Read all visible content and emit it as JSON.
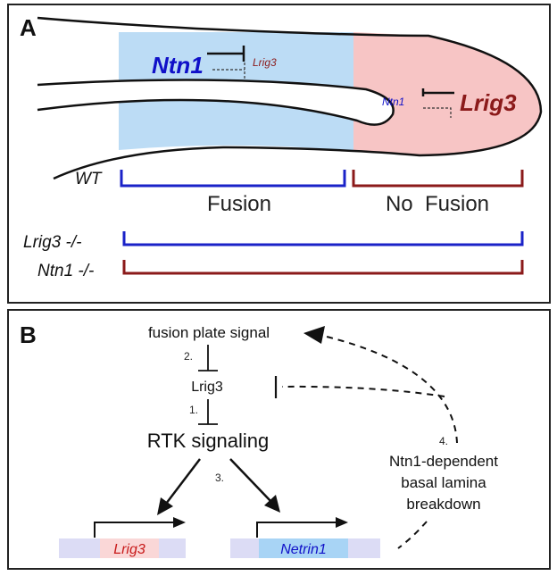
{
  "panel_a": {
    "label": "A",
    "ntn1_big": "Ntn1",
    "lrig3_small": "Lrig3",
    "ntn1_small": "Ntn1",
    "lrig3_big": "Lrig3",
    "wt_label": "WT",
    "fusion_label": "Fusion",
    "no_fusion_label": "No  Fusion",
    "lrig3_ko_label": "Lrig3 -/-",
    "ntn1_ko_label": "Ntn1 -/-"
  },
  "panel_b": {
    "label": "B",
    "fusion_plate_signal": "fusion plate signal",
    "step2": "2.",
    "lrig3": "Lrig3",
    "step1": "1.",
    "rtk_signaling": "RTK signaling",
    "step3": "3.",
    "step4": "4.",
    "breakdown_line1": "Ntn1-dependent",
    "breakdown_line2": "basal lamina",
    "breakdown_line3": "breakdown",
    "gene_lrig3": "Lrig3",
    "gene_netrin1": "Netrin1"
  },
  "colors": {
    "blue_region": "#bcdcf5",
    "pink_region": "#f7c5c5",
    "blue_text": "#1010c8",
    "red_text": "#8b1a1a",
    "blue_bracket": "#1a22c8",
    "red_bracket": "#8b1a1a",
    "gene_track": "#dcdcf5",
    "lrig3_highlight": "#fad7d7",
    "netrin1_highlight": "#a8d4f5"
  }
}
